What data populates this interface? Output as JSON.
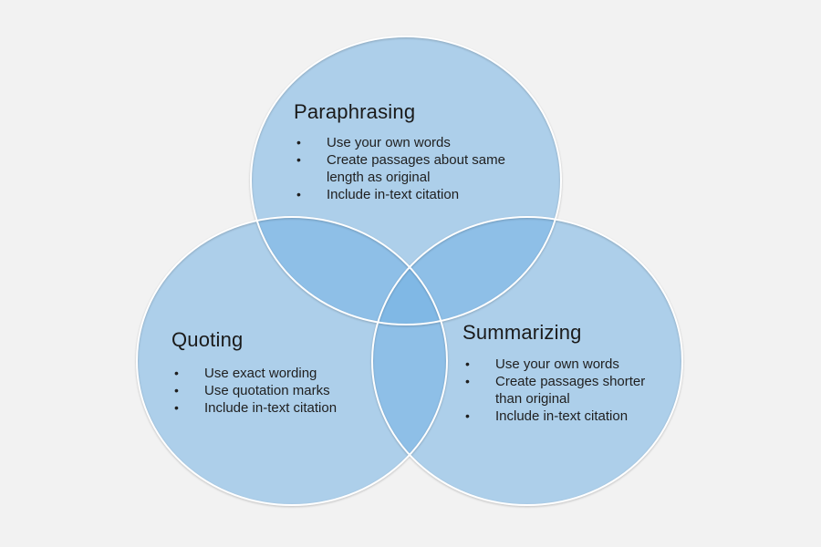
{
  "diagram": {
    "type": "venn",
    "bullet_glyph": "•",
    "circles": [
      {
        "id": "paraphrasing",
        "label": "Paraphrasing",
        "bullets": [
          "Use your own words",
          "Create passages about same length as original",
          "Include in-text citation"
        ]
      },
      {
        "id": "quoting",
        "label": "Quoting",
        "bullets": [
          "Use exact wording",
          "Use quotation marks",
          "Include in-text citation"
        ]
      },
      {
        "id": "summarizing",
        "label": "Summarizing",
        "bullets": [
          "Use your own words",
          "Create passages shorter than original",
          "Include in-text citation"
        ]
      }
    ]
  },
  "colors": {
    "background": "#f2f2f2",
    "circle_fill": "#75b2e3",
    "circle_fill_opacity": "0.55",
    "circle_stroke": "#ffffff",
    "text": "#1f1f1f"
  }
}
